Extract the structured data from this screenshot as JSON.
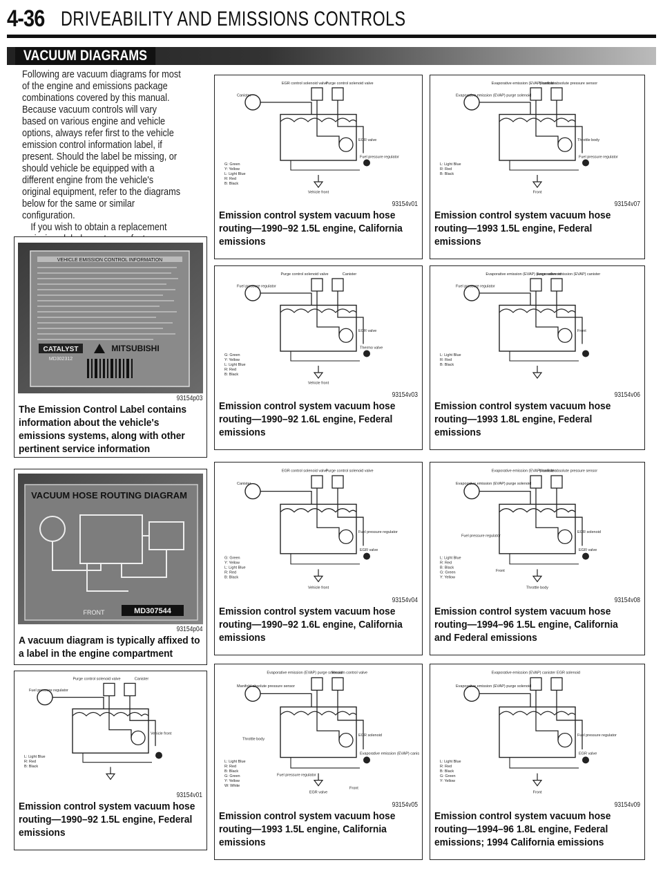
{
  "header": {
    "page_number": "4-36",
    "title": "DRIVEABILITY AND EMISSIONS CONTROLS"
  },
  "section": {
    "label": "VACUUM DIAGRAMS"
  },
  "intro": {
    "p1": "Following are vacuum diagrams for most of the engine and emissions package combinations covered by this manual. Because vacuum controls will vary based on various engine and vehicle options, always refer first to the vehicle emission control information label, if present. Should the label be missing, or should vehicle be equipped with a different engine from the vehicle's original equipment, refer to the diagrams below for the same or similar configuration.",
    "p2": "If you wish to obtain a replacement emissions label, most manufacturers make the labels available for purchase. The labels can usually be ordered from a local dealer."
  },
  "photos": [
    {
      "code": "93154p03",
      "caption": "The Emission Control Label contains information about the vehicle's emissions systems, along with other pertinent service information",
      "label_title": "VEHICLE EMISSION CONTROL INFORMATION",
      "brand": "MITSUBISHI",
      "catalyst": "CATALYST",
      "part": "MD302312"
    },
    {
      "code": "93154p04",
      "caption": "A vacuum diagram is typically affixed to a label in the engine compartment",
      "label_title": "VACUUM HOSE ROUTING DIAGRAM",
      "front": "FRONT",
      "part": "MD307544"
    }
  ],
  "diagrams": [
    {
      "id": "d1",
      "code": "93154v01",
      "caption": "Emission control system vacuum hose routing—1990–92 1.5L engine, California emissions",
      "labels": [
        "EGR control solenoid valve",
        "Purge control solenoid valve",
        "Canister",
        "EGR valve",
        "Fuel pressure regulator",
        "Vehicle front"
      ],
      "legend": [
        "G: Green",
        "Y: Yellow",
        "L: Light Blue",
        "R: Red",
        "B: Black"
      ]
    },
    {
      "id": "d2",
      "code": "93154v07",
      "caption": "Emission control system vacuum hose routing—1993 1.5L engine, Federal emissions",
      "labels": [
        "Evaporative emission (EVAP) canister",
        "Manifold absolute pressure sensor",
        "Evaporative emission (EVAP) purge solenoid",
        "Throttle body",
        "Fuel pressure regulator",
        "Front"
      ],
      "legend": [
        "L: Light Blue",
        "R: Red",
        "B: Black"
      ]
    },
    {
      "id": "d3",
      "code": "93154v03",
      "caption": "Emission control system vacuum hose routing—1990–92 1.6L engine, Federal emissions",
      "labels": [
        "Purge control solenoid valve",
        "Canister",
        "Fuel pressure regulator",
        "EGR valve",
        "Thermo valve",
        "Vehicle front"
      ],
      "legend": [
        "G: Green",
        "Y: Yellow",
        "L: Light Blue",
        "R: Red",
        "B: Black"
      ]
    },
    {
      "id": "d4",
      "code": "93154v06",
      "caption": "Emission control system vacuum hose routing—1993 1.8L engine, Federal emissions",
      "labels": [
        "Evaporative emission (EVAP) purge solenoid",
        "Evaporative emission (EVAP) canister",
        "Fuel pressure regulator",
        "Front"
      ],
      "legend": [
        "L: Light Blue",
        "R: Red",
        "B: Black"
      ]
    },
    {
      "id": "d5",
      "code": "93154v04",
      "caption": "Emission control system vacuum hose routing—1990–92 1.6L engine, California emissions",
      "labels": [
        "EGR control solenoid valve",
        "Purge control solenoid valve",
        "Canister",
        "Fuel pressure regulator",
        "EGR valve",
        "Vehicle front"
      ],
      "legend": [
        "G: Green",
        "Y: Yellow",
        "L: Light Blue",
        "R: Red",
        "B: Black"
      ]
    },
    {
      "id": "d6",
      "code": "93154v08",
      "caption": "Emission control system vacuum hose routing—1994–96 1.5L engine, California and Federal emissions",
      "labels": [
        "Evaporative emission (EVAP) canister",
        "Manifold absolute pressure sensor",
        "Evaporative emission (EVAP) purge solenoid",
        "EGR solenoid",
        "EGR valve",
        "Throttle body",
        "Fuel pressure regulator",
        "Front"
      ],
      "legend": [
        "L: Light Blue",
        "R: Red",
        "B: Black",
        "G: Green",
        "Y: Yellow"
      ]
    },
    {
      "id": "d7",
      "code": "93154v01",
      "caption": "Emission control system vacuum hose routing—1990–92 1.5L engine, Federal emissions",
      "labels": [
        "Purge control solenoid valve",
        "Canister",
        "Fuel pressure regulator",
        "Vehicle front"
      ],
      "legend": [
        "L: Light Blue",
        "R: Red",
        "B: Black"
      ]
    },
    {
      "id": "d8",
      "code": "93154v05",
      "caption": "Emission control system vacuum hose routing—1993 1.5L engine, California emissions",
      "labels": [
        "Evaporative emission (EVAP) purge solenoid",
        "Vacuum control valve",
        "Manifold absolute pressure sensor",
        "EGR solenoid",
        "Evaporative emission (EVAP) canister",
        "EGR valve",
        "Throttle body",
        "Fuel pressure regulator",
        "Front"
      ],
      "legend": [
        "L: Light Blue",
        "R: Red",
        "B: Black",
        "G: Green",
        "Y: Yellow",
        "W: White"
      ]
    },
    {
      "id": "d9",
      "code": "93154v09",
      "caption": "Emission control system vacuum hose routing—1994–96 1.8L engine, Federal emissions; 1994 California emissions",
      "labels": [
        "Evaporative emission (EVAP) canister",
        "EGR solenoid",
        "Evaporative emission (EVAP) purge solenoid",
        "Fuel pressure regulator",
        "EGR valve",
        "Front"
      ],
      "legend": [
        "L: Light Blue",
        "R: Red",
        "B: Black",
        "G: Green",
        "Y: Yellow"
      ]
    }
  ]
}
